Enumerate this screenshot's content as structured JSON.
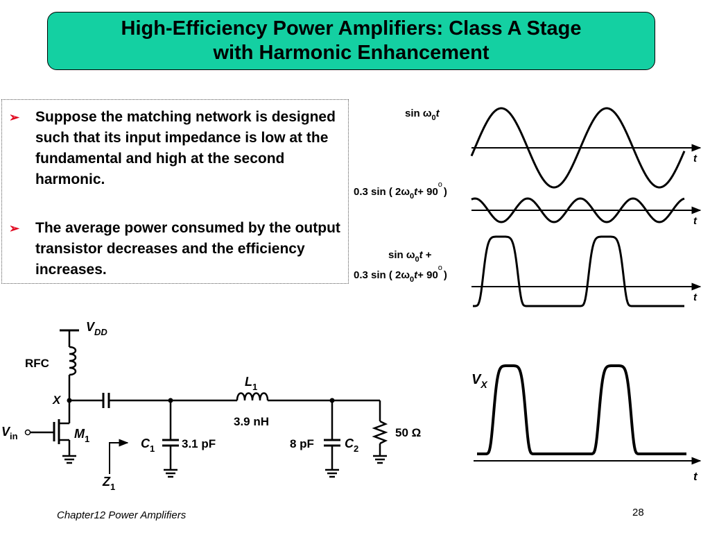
{
  "slide": {
    "title_line1": "High-Efficiency Power Amplifiers: Class A Stage",
    "title_line2": "with Harmonic Enhancement",
    "bullets": [
      "Suppose the matching network is designed such that its input impedance is low at the fundamental and high at the second harmonic.",
      "The average power consumed by the output transistor decreases and the efficiency increases."
    ],
    "bullet_marker": "➢",
    "footer_left": "Chapter12 Power Amplifiers",
    "page_number": "28"
  },
  "waveforms": {
    "w1_label": {
      "sin": "sin ",
      "omega": "ω",
      "sub": "0",
      "t": "t"
    },
    "w2_label": {
      "prefix": "0.3 sin ( 2",
      "omega": "ω",
      "sub": "0",
      "t": "t",
      "plus": "+ 90",
      "deg": "o",
      "close": ")"
    },
    "w3_label_line1": {
      "sin": "sin ",
      "omega": "ω",
      "sub": "0",
      "t": "t",
      "plus": " +"
    },
    "w3_label_line2": {
      "prefix": "0.3 sin ( 2",
      "omega": "ω",
      "sub": "0",
      "t": "t",
      "plus": "+ 90",
      "deg": "o",
      "close": ")"
    },
    "axis_t": "t",
    "vx_label": {
      "v": "V",
      "sub": "X"
    }
  },
  "circuit": {
    "vdd": {
      "v": "V",
      "sub": "DD"
    },
    "rfc": "RFC",
    "node_x": "X",
    "vin": {
      "v": "V",
      "sub": "in"
    },
    "m1": {
      "m": "M",
      "sub": "1"
    },
    "z1": {
      "z": "Z",
      "sub": "1"
    },
    "c1": {
      "c": "C",
      "sub": "1"
    },
    "c1_value": "3.1 pF",
    "l1": {
      "l": "L",
      "sub": "1"
    },
    "l1_value": "3.9 nH",
    "c2": {
      "c": "C",
      "sub": "2"
    },
    "c2_value": "8 pF",
    "rload": "50 Ω"
  }
}
